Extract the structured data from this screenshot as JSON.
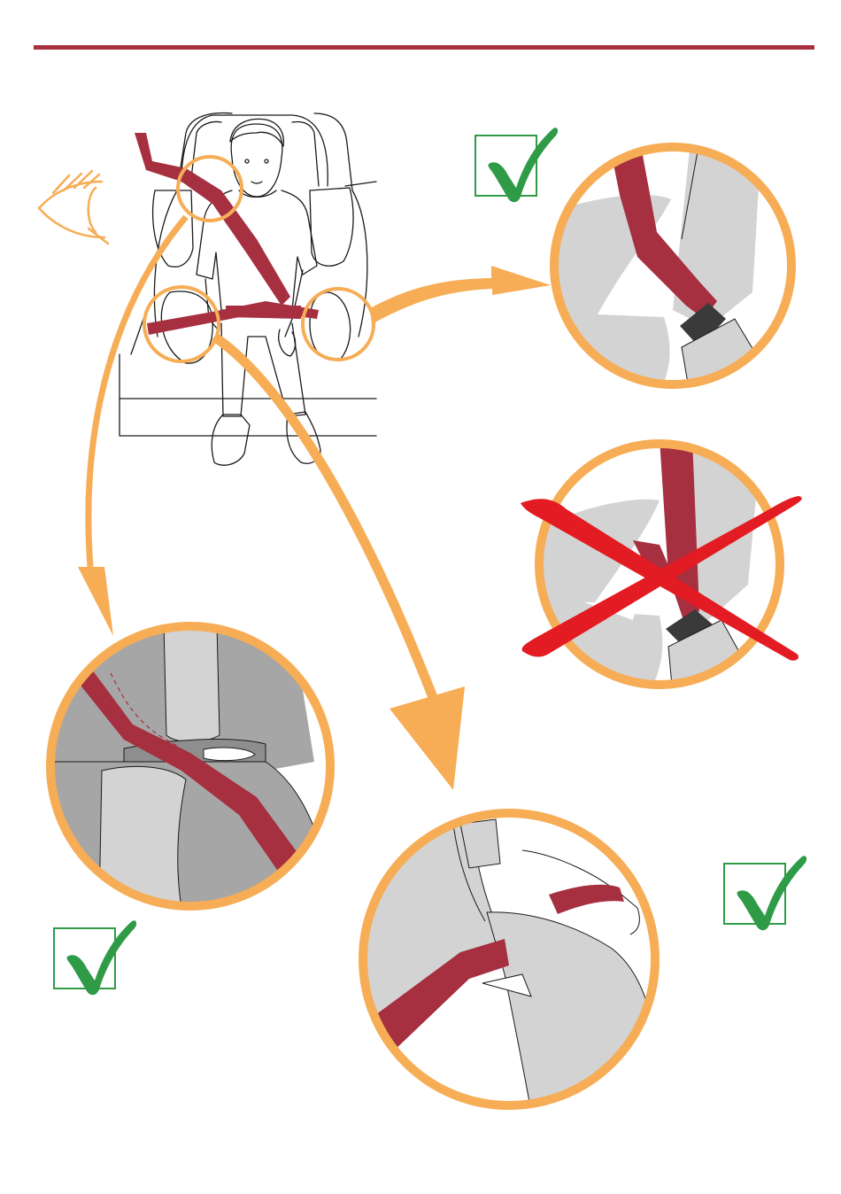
{
  "colors": {
    "header_rule": "#a8303f",
    "callout_orange": "#f6ad55",
    "belt_red": "#a62f40",
    "seat_light_grey": "#d3d3d3",
    "seat_mid_grey": "#a6a6a6",
    "seat_dark_grey": "#8e8e8e",
    "buckle_dark": "#3a3a3a",
    "check_green": "#2f9b47",
    "check_frame_green": "#2f9b47",
    "cross_red": "#e31b23",
    "line_art": "#1a1a1a"
  },
  "icons": {
    "eye": "eye-icon",
    "correct": "checkmark-icon",
    "wrong": "cross-icon"
  },
  "panels": [
    {
      "id": "overview",
      "content": "child-in-booster-seat-with-belt"
    },
    {
      "id": "lap-belt-correct",
      "status": "correct"
    },
    {
      "id": "lap-belt-wrong",
      "status": "wrong"
    },
    {
      "id": "shoulder-belt-guide",
      "status": "correct"
    },
    {
      "id": "lap-belt-guide-lower",
      "status": "correct"
    }
  ]
}
